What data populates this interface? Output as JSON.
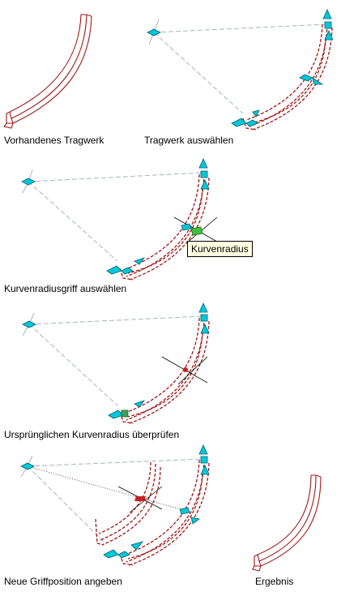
{
  "captions": {
    "step1": "Vorhandenes Tragwerk",
    "step2": "Tragwerk auswählen",
    "step3": "Kurvenradiusgriff auswählen",
    "step4": "Ursprünglichen Kurvenradius überprüfen",
    "step5": "Neue Griffposition angeben",
    "step6": "Ergebnis"
  },
  "tooltip": {
    "label": "Kurvenradius"
  },
  "colors": {
    "member": "#a01818",
    "grip": "#00c8d8",
    "grip_outline": "#006070",
    "grip_active": "#40c040",
    "guide": "#a8b4c0",
    "crosshair": "#000000"
  },
  "icons": [
    "curved-beam",
    "grip-arrow-icon",
    "grip-diamond-icon",
    "crosshair-icon"
  ]
}
